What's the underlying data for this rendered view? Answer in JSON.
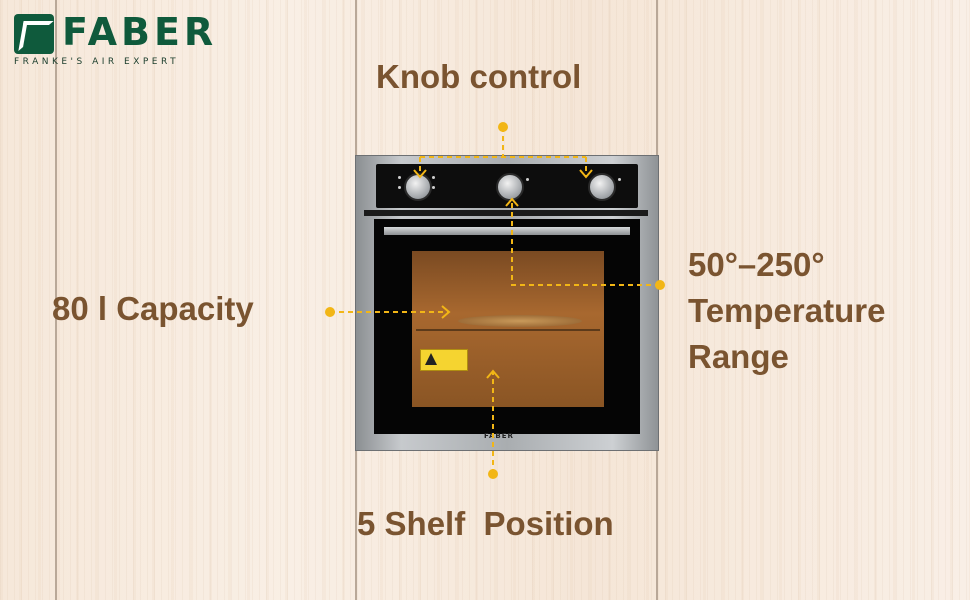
{
  "brand": {
    "wordmark": "FABER",
    "tagline": "FRANKE'S AIR EXPERT",
    "oven_badge": "FABER"
  },
  "features": {
    "knob": "Knob control",
    "capacity": "80 l Capacity",
    "temperature_line1": "50°–250°",
    "temperature_line2": "Temperature",
    "temperature_line3": "Range",
    "shelf": "5 Shelf  Position"
  },
  "colors": {
    "label_text": "#7a5430",
    "guide": "#f2b616",
    "logo_green": "#0f5a3c"
  }
}
